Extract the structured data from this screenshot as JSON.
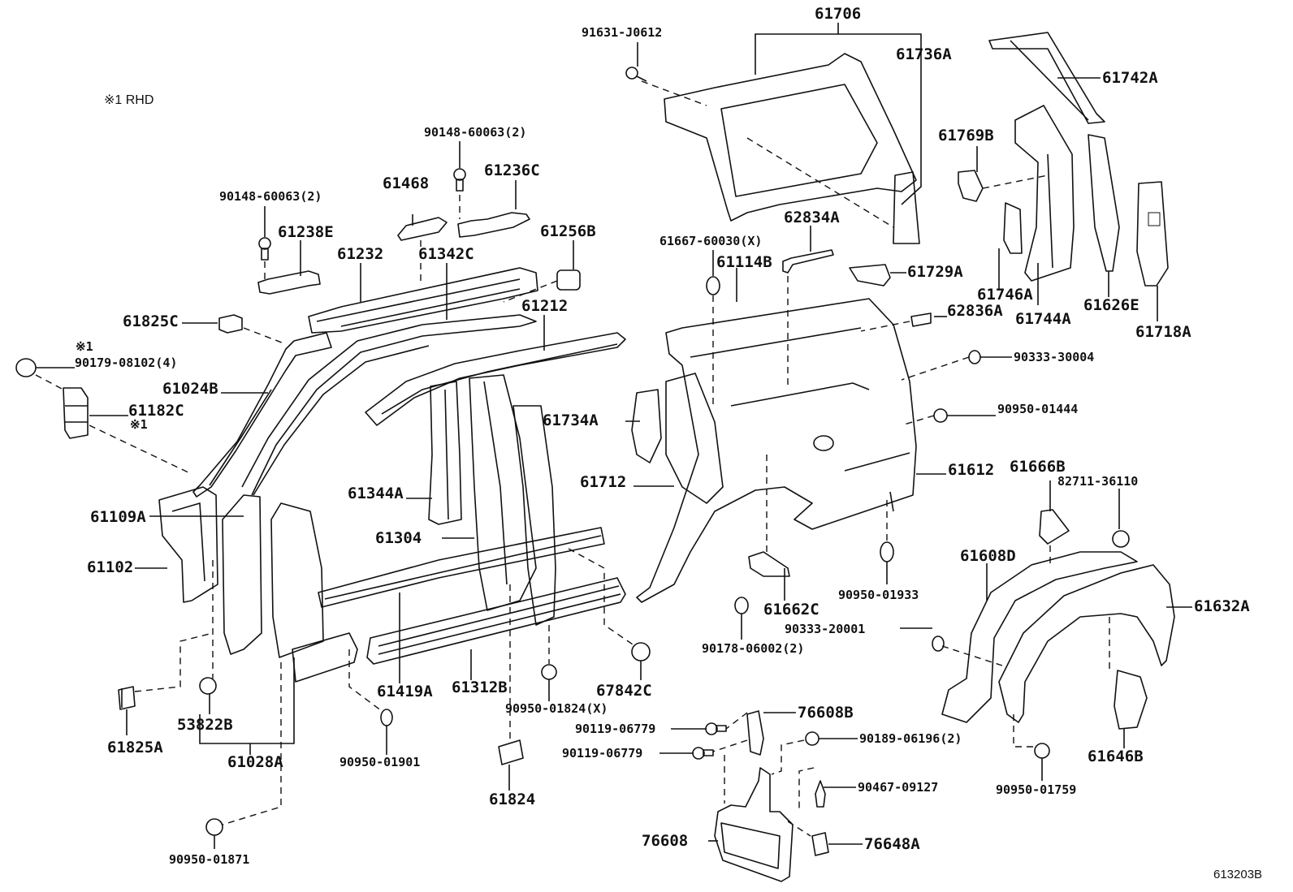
{
  "diagram": {
    "title_note": "※1  RHD",
    "figure_code": "613203B",
    "labels": [
      {
        "id": "91631-J0612",
        "text": "91631-J0612",
        "size": "sm"
      },
      {
        "id": "61706",
        "text": "61706"
      },
      {
        "id": "61736A",
        "text": "61736A"
      },
      {
        "id": "61742A",
        "text": "61742A"
      },
      {
        "id": "61769B",
        "text": "61769B"
      },
      {
        "id": "90148-60063-a",
        "text": "90148-60063(2)",
        "size": "sm"
      },
      {
        "id": "61236C",
        "text": "61236C"
      },
      {
        "id": "61468",
        "text": "61468"
      },
      {
        "id": "90148-60063-b",
        "text": "90148-60063(2)",
        "size": "sm"
      },
      {
        "id": "61238E",
        "text": "61238E"
      },
      {
        "id": "61232",
        "text": "61232"
      },
      {
        "id": "61342C",
        "text": "61342C"
      },
      {
        "id": "61256B",
        "text": "61256B"
      },
      {
        "id": "62834A",
        "text": "62834A"
      },
      {
        "id": "61667-60030",
        "text": "61667-60030(X)",
        "size": "sm"
      },
      {
        "id": "61114B",
        "text": "61114B"
      },
      {
        "id": "61729A",
        "text": "61729A"
      },
      {
        "id": "61746A",
        "text": "61746A"
      },
      {
        "id": "61744A",
        "text": "61744A"
      },
      {
        "id": "61626E",
        "text": "61626E"
      },
      {
        "id": "61718A",
        "text": "61718A"
      },
      {
        "id": "62836A",
        "text": "62836A"
      },
      {
        "id": "61825C",
        "text": "61825C"
      },
      {
        "id": "61212",
        "text": "61212"
      },
      {
        "id": "90333-30004",
        "text": "90333-30004",
        "size": "sm"
      },
      {
        "id": "mark1-a",
        "text": "※1",
        "size": "sm"
      },
      {
        "id": "90179-08102",
        "text": "90179-08102(4)",
        "size": "sm"
      },
      {
        "id": "61024B",
        "text": "61024B"
      },
      {
        "id": "61182C",
        "text": "61182C"
      },
      {
        "id": "mark1-b",
        "text": "※1",
        "size": "sm"
      },
      {
        "id": "90950-01444",
        "text": "90950-01444",
        "size": "sm"
      },
      {
        "id": "61734A",
        "text": "61734A"
      },
      {
        "id": "61612",
        "text": "61612"
      },
      {
        "id": "61666B",
        "text": "61666B"
      },
      {
        "id": "82711-36110",
        "text": "82711-36110",
        "size": "sm"
      },
      {
        "id": "61344A",
        "text": "61344A"
      },
      {
        "id": "61712",
        "text": "61712"
      },
      {
        "id": "61109A",
        "text": "61109A"
      },
      {
        "id": "61304",
        "text": "61304"
      },
      {
        "id": "61608D",
        "text": "61608D"
      },
      {
        "id": "61102",
        "text": "61102"
      },
      {
        "id": "61662C",
        "text": "61662C"
      },
      {
        "id": "90950-01933",
        "text": "90950-01933",
        "size": "sm"
      },
      {
        "id": "61632A",
        "text": "61632A"
      },
      {
        "id": "90333-20001",
        "text": "90333-20001",
        "size": "sm"
      },
      {
        "id": "90178-06002",
        "text": "90178-06002(2)",
        "size": "sm"
      },
      {
        "id": "67842C",
        "text": "67842C"
      },
      {
        "id": "61419A",
        "text": "61419A"
      },
      {
        "id": "61312B",
        "text": "61312B"
      },
      {
        "id": "90950-01824",
        "text": "90950-01824(X)",
        "size": "sm"
      },
      {
        "id": "76608B",
        "text": "76608B"
      },
      {
        "id": "90119-06779-a",
        "text": "90119-06779",
        "size": "sm"
      },
      {
        "id": "90189-06196",
        "text": "90189-06196(2)",
        "size": "sm"
      },
      {
        "id": "61825A",
        "text": "61825A"
      },
      {
        "id": "53822B",
        "text": "53822B"
      },
      {
        "id": "90119-06779-b",
        "text": "90119-06779",
        "size": "sm"
      },
      {
        "id": "61646B",
        "text": "61646B"
      },
      {
        "id": "61028A",
        "text": "61028A"
      },
      {
        "id": "90950-01901",
        "text": "90950-01901",
        "size": "sm"
      },
      {
        "id": "90467-09127",
        "text": "90467-09127",
        "size": "sm"
      },
      {
        "id": "61824",
        "text": "61824"
      },
      {
        "id": "90950-01759",
        "text": "90950-01759",
        "size": "sm"
      },
      {
        "id": "76608",
        "text": "76608"
      },
      {
        "id": "76648A",
        "text": "76648A"
      },
      {
        "id": "90950-01871",
        "text": "90950-01871",
        "size": "sm"
      }
    ]
  }
}
